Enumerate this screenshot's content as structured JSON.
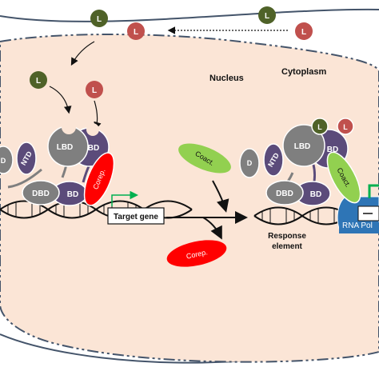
{
  "labels": {
    "cytoplasm": "Cytoplasm",
    "nucleus": "Nucleus",
    "target_gene": "Target gene",
    "response_element_line1": "Response",
    "response_element_line2": "element",
    "rna_pol": "RNA Pol"
  },
  "ligand": {
    "letter": "L",
    "colors": {
      "dark": "#4f6228",
      "red": "#c0504d"
    }
  },
  "receptor_left": {
    "lbd": "LBD",
    "bd": "BD",
    "ntd": "NTD",
    "dbd": "DBD",
    "dbd_bd": "BD",
    "clipped": "D"
  },
  "receptor_right": {
    "lbd": "LBD",
    "bd": "BD",
    "ntd": "NTD",
    "dbd": "DBD",
    "dbd_bd": "BD",
    "clipped": "D"
  },
  "corepressor": {
    "bound": "Corep.",
    "released": "Corep."
  },
  "coactivator": {
    "free": "Coact.",
    "bound": "Coact."
  },
  "colors": {
    "nucleus_fill": "#fbe5d6",
    "membrane": "#44546a",
    "grey": "#7f7f7f",
    "purple": "#5b4b7a",
    "corep_red": "#ff0000",
    "coact_green": "#92d050",
    "arrow_green": "#00b050",
    "rna_pol_blue": "#2e75b6"
  }
}
